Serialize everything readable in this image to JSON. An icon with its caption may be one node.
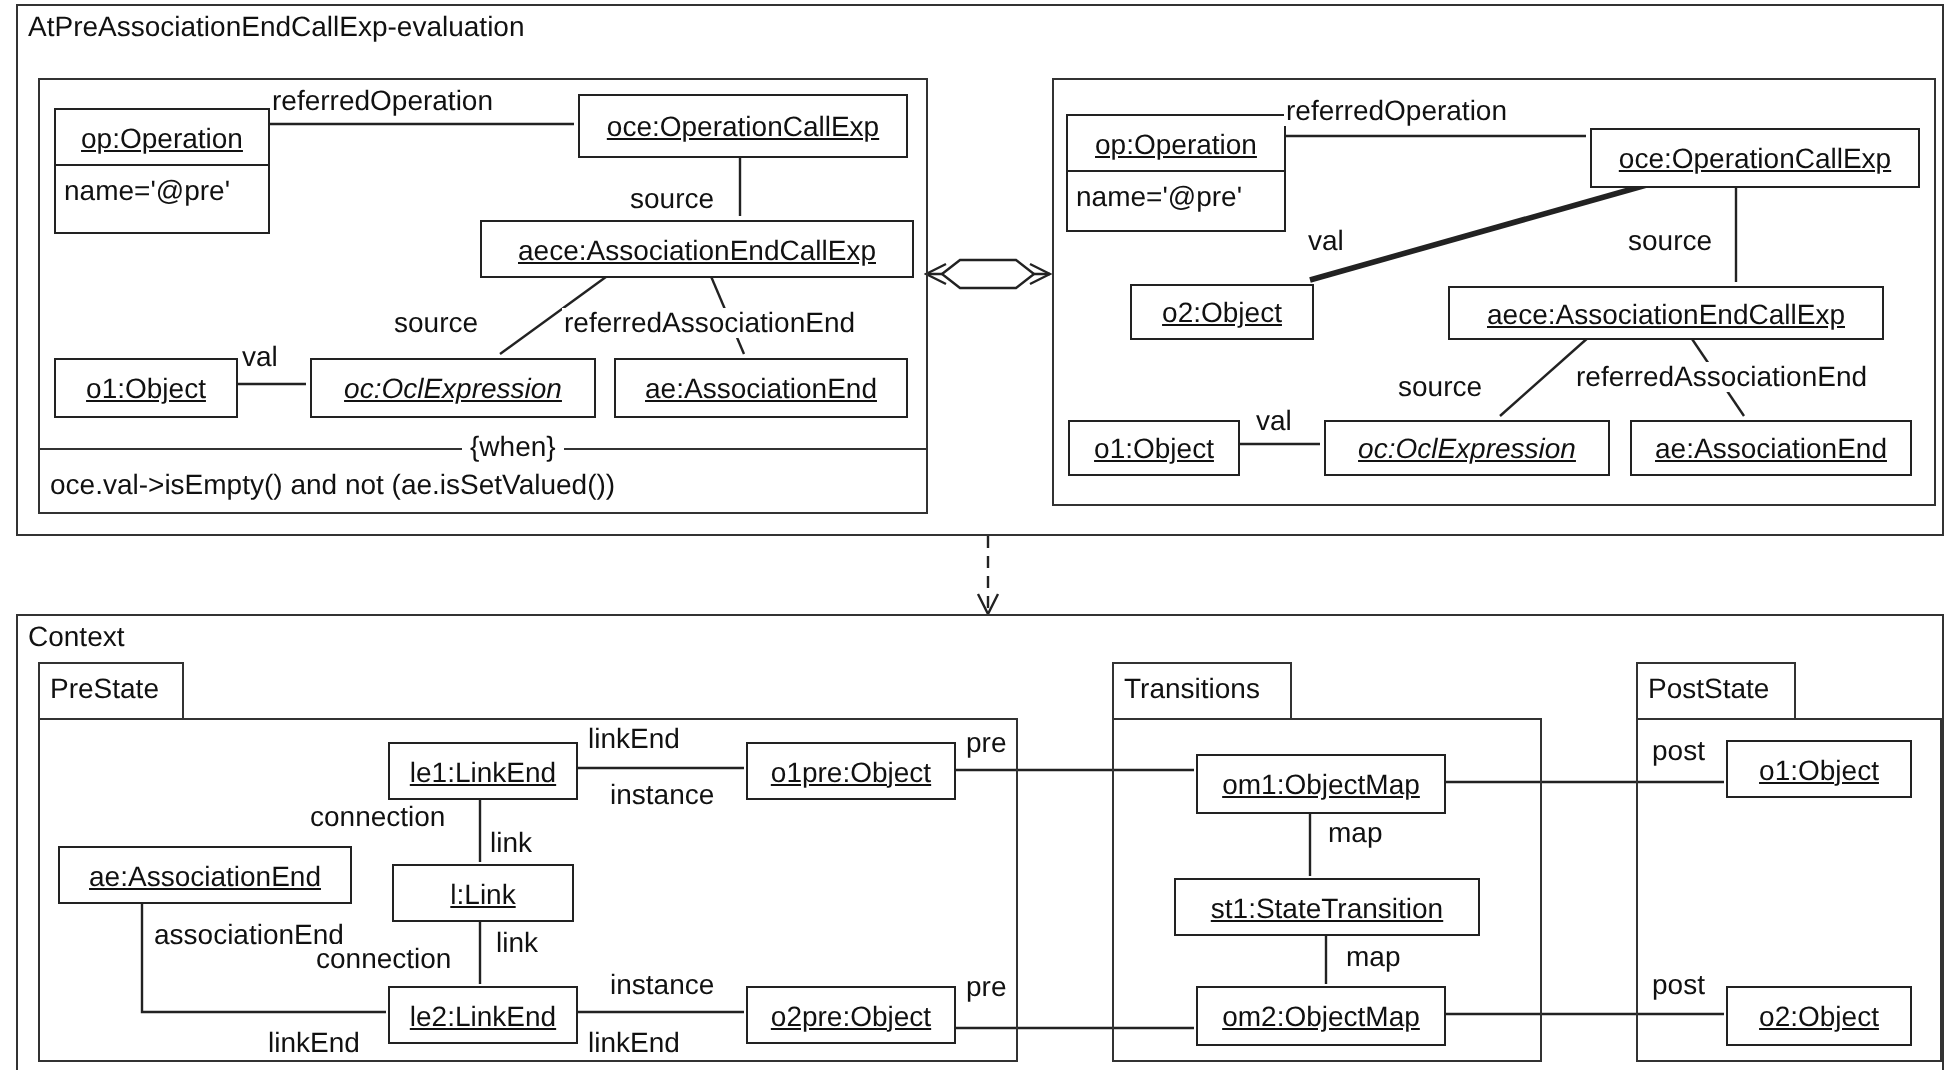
{
  "diagram": {
    "nodes": [
      {
        "text": [
          "AtPreAssociationEndCallExp-evaluation"
        ]
      },
      {
        "text": [
          "{when}",
          "oce.val->isEmpty() and not (ae.isSetValued())"
        ],
        "in": 0
      },
      {
        "text": [
          "op:Operation",
          "name='@pre'"
        ],
        "in": 1
      },
      {
        "text": [
          "oce:OperationCallExp"
        ],
        "in": 1
      },
      {
        "text": [
          "aece:AssociationEndCallExp"
        ],
        "in": 1
      },
      {
        "text": [
          "o1:Object"
        ],
        "in": 1
      },
      {
        "text": [
          "oc:OclExpression"
        ],
        "in": 1
      },
      {
        "text": [
          "ae:AssociationEnd"
        ],
        "in": 1
      },
      {
        "text": [],
        "shape": "box",
        "in": 0
      },
      {
        "text": [
          "op:Operation",
          "name='@pre'"
        ],
        "in": 8
      },
      {
        "text": [
          "oce:OperationCallExp"
        ],
        "in": 8
      },
      {
        "text": [
          "o2:Object"
        ],
        "in": 8
      },
      {
        "text": [
          "aece:AssociationEndCallExp"
        ],
        "in": 8
      },
      {
        "text": [
          "o1:Object"
        ],
        "in": 8
      },
      {
        "text": [
          "oc:OclExpression"
        ],
        "in": 8
      },
      {
        "text": [
          "ae:AssociationEnd"
        ],
        "in": 8
      },
      {
        "text": [
          "Context"
        ]
      },
      {
        "text": [
          "PreState"
        ],
        "in": 16
      },
      {
        "text": [
          "le1:LinkEnd"
        ],
        "in": 17
      },
      {
        "text": [
          "o1pre:Object"
        ],
        "in": 17
      },
      {
        "text": [
          "ae:AssociationEnd"
        ],
        "in": 17
      },
      {
        "text": [
          "l:Link"
        ],
        "in": 17
      },
      {
        "text": [
          "le2:LinkEnd"
        ],
        "in": 17
      },
      {
        "text": [
          "o2pre:Object"
        ],
        "in": 17
      },
      {
        "text": [
          "Transitions"
        ],
        "in": 16
      },
      {
        "text": [
          "om1:ObjectMap"
        ],
        "in": 24
      },
      {
        "text": [
          "st1:StateTransition"
        ],
        "in": 24
      },
      {
        "text": [
          "om2:ObjectMap"
        ],
        "in": 24
      },
      {
        "text": [
          "PostState"
        ],
        "in": 16
      },
      {
        "text": [
          "o1:Object"
        ],
        "in": 28
      },
      {
        "text": [
          "o2:Object"
        ],
        "in": 28
      }
    ],
    "edges": [
      {
        "from": 2,
        "to": 3,
        "arrow": "none",
        "label": "referredOperation"
      },
      {
        "from": 3,
        "to": 4,
        "arrow": "none",
        "label": "source"
      },
      {
        "from": 4,
        "to": 6,
        "arrow": "none",
        "label": "source"
      },
      {
        "from": 4,
        "to": 7,
        "arrow": "none",
        "label": "referredAssociationEnd"
      },
      {
        "from": 5,
        "to": 6,
        "arrow": "none",
        "label": "val"
      },
      {
        "from": 1,
        "to": 8,
        "arrow": "both"
      },
      {
        "from": 9,
        "to": 10,
        "arrow": "none",
        "label": "referredOperation"
      },
      {
        "from": 10,
        "to": 11,
        "arrow": "none",
        "label": "val",
        "style": "thick"
      },
      {
        "from": 10,
        "to": 12,
        "arrow": "none",
        "label": "source"
      },
      {
        "from": 12,
        "to": 14,
        "arrow": "none",
        "label": "source"
      },
      {
        "from": 12,
        "to": 15,
        "arrow": "none",
        "label": "referredAssociationEnd"
      },
      {
        "from": 13,
        "to": 14,
        "arrow": "none",
        "label": "val"
      },
      {
        "from": 0,
        "to": 16,
        "arrow": "to",
        "style": "dashed"
      },
      {
        "from": 18,
        "to": 19,
        "arrow": "none"
      },
      {
        "from": 18,
        "to": 21,
        "arrow": "none"
      },
      {
        "from": 21,
        "to": 22,
        "arrow": "none"
      },
      {
        "from": 20,
        "to": 22,
        "arrow": "none"
      },
      {
        "from": 22,
        "to": 23,
        "arrow": "none"
      },
      {
        "from": 19,
        "to": 25,
        "arrow": "none",
        "label": "pre"
      },
      {
        "from": 23,
        "to": 27,
        "arrow": "none",
        "label": "pre"
      },
      {
        "from": 25,
        "to": 26,
        "arrow": "none",
        "label": "map"
      },
      {
        "from": 26,
        "to": 27,
        "arrow": "none",
        "label": "map"
      },
      {
        "from": 25,
        "to": 29,
        "arrow": "none",
        "label": "post"
      },
      {
        "from": 27,
        "to": 30,
        "arrow": "none",
        "label": "post"
      }
    ],
    "labels": [
      "linkEnd",
      "instance",
      "connection",
      "link",
      "associationEnd",
      "link",
      "connection",
      "instance",
      "linkEnd",
      "linkEnd"
    ]
  }
}
